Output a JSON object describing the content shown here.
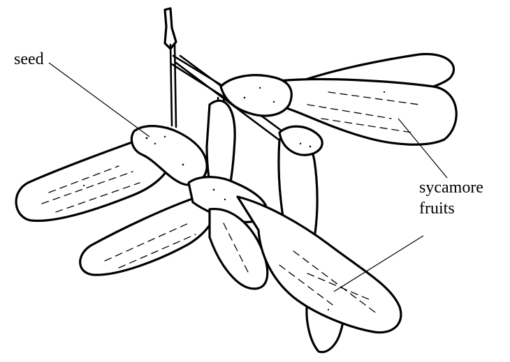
{
  "labels": {
    "seed": "seed",
    "fruits_line1": "sycamore",
    "fruits_line2": "fruits"
  }
}
